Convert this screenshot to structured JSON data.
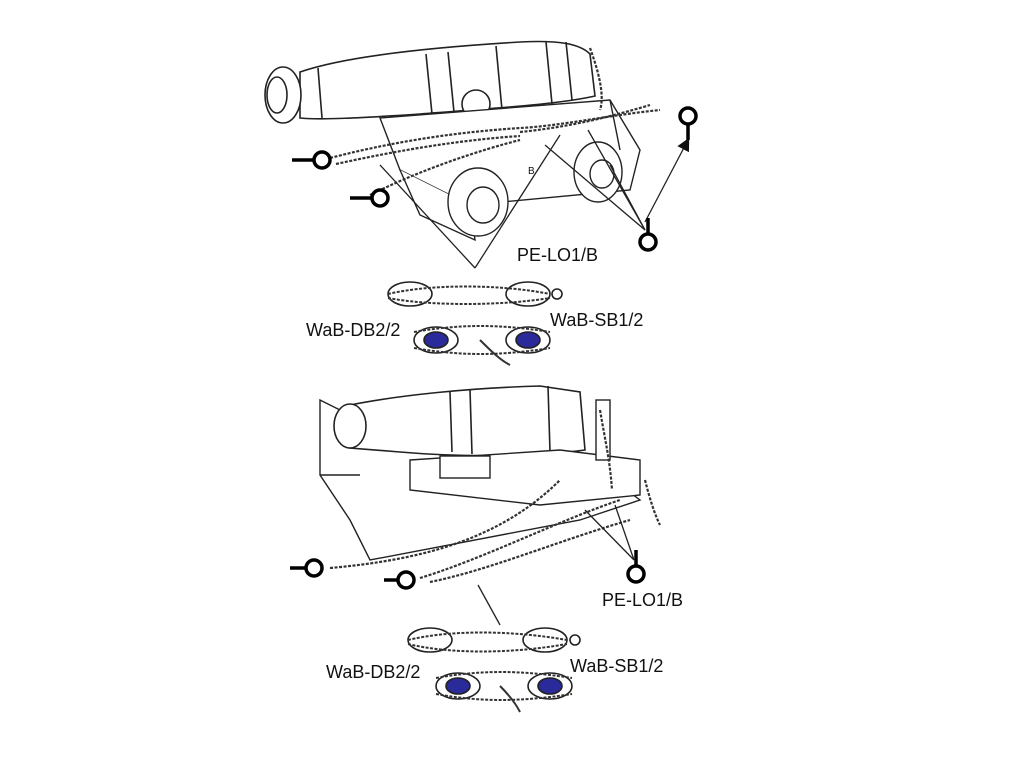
{
  "colors": {
    "line": "#222222",
    "rope": "#333333",
    "block_fill": "#2a2a9a",
    "panel": "#f4f4f4"
  },
  "top_diagram": {
    "small_mark": "B",
    "label_pe": "PE-LO1/B",
    "label_db": "WaB-DB2/2",
    "label_sb": "WaB-SB1/2"
  },
  "bottom_diagram": {
    "label_pe": "PE-LO1/B",
    "label_db": "WaB-DB2/2",
    "label_sb": "WaB-SB1/2"
  },
  "icons": [
    "eye-bolt-icon",
    "arrow-icon"
  ]
}
